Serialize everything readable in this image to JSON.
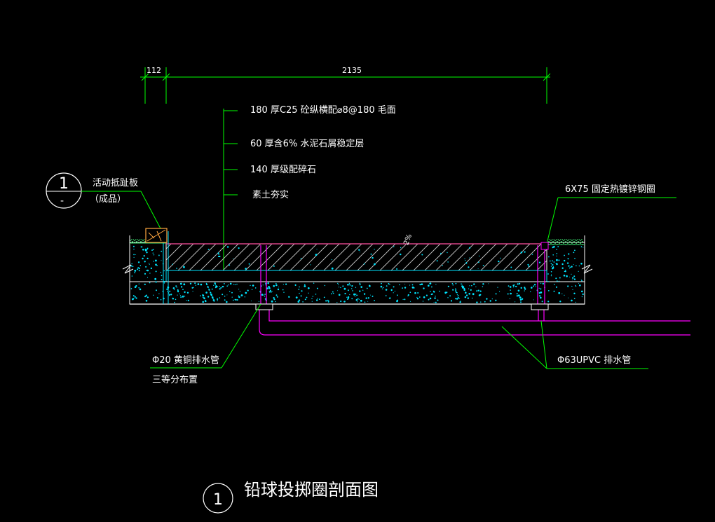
{
  "dimensions": {
    "left": "112",
    "main": "2135"
  },
  "layers": {
    "slab": "180  厚C25  砼纵横配⌀8@180  毛面",
    "cement": "60  厚含6%  水泥石屑稳定层",
    "gravel": "140  厚级配碎石",
    "soil": "素土夯实"
  },
  "labels": {
    "toe_board_line1": "活动抵趾板",
    "toe_board_line2": "（成品）",
    "steel_ring": "6X75  固定热镀锌钢圈",
    "brass_pipe_line1": "Φ20  黄铜排水管",
    "brass_pipe_line2": "三等分布置",
    "pvc_pipe": "Φ63UPVC    排水管",
    "slope": "2%",
    "section_mark": "1",
    "section_mark_sub": "-",
    "title_mark": "1",
    "title": "铅球投掷圈剖面图"
  },
  "colors": {
    "background": "#000000",
    "dimension": "#00ff00",
    "text": "#ffffff",
    "leader": "#00ff00",
    "slab_edge": "#ff4fa0",
    "aggregate": "#00e5ff",
    "pipe": "#ff00ff",
    "hatch": "#ffffff",
    "grass": "#39d36a",
    "toe_board": "#ffa640"
  }
}
